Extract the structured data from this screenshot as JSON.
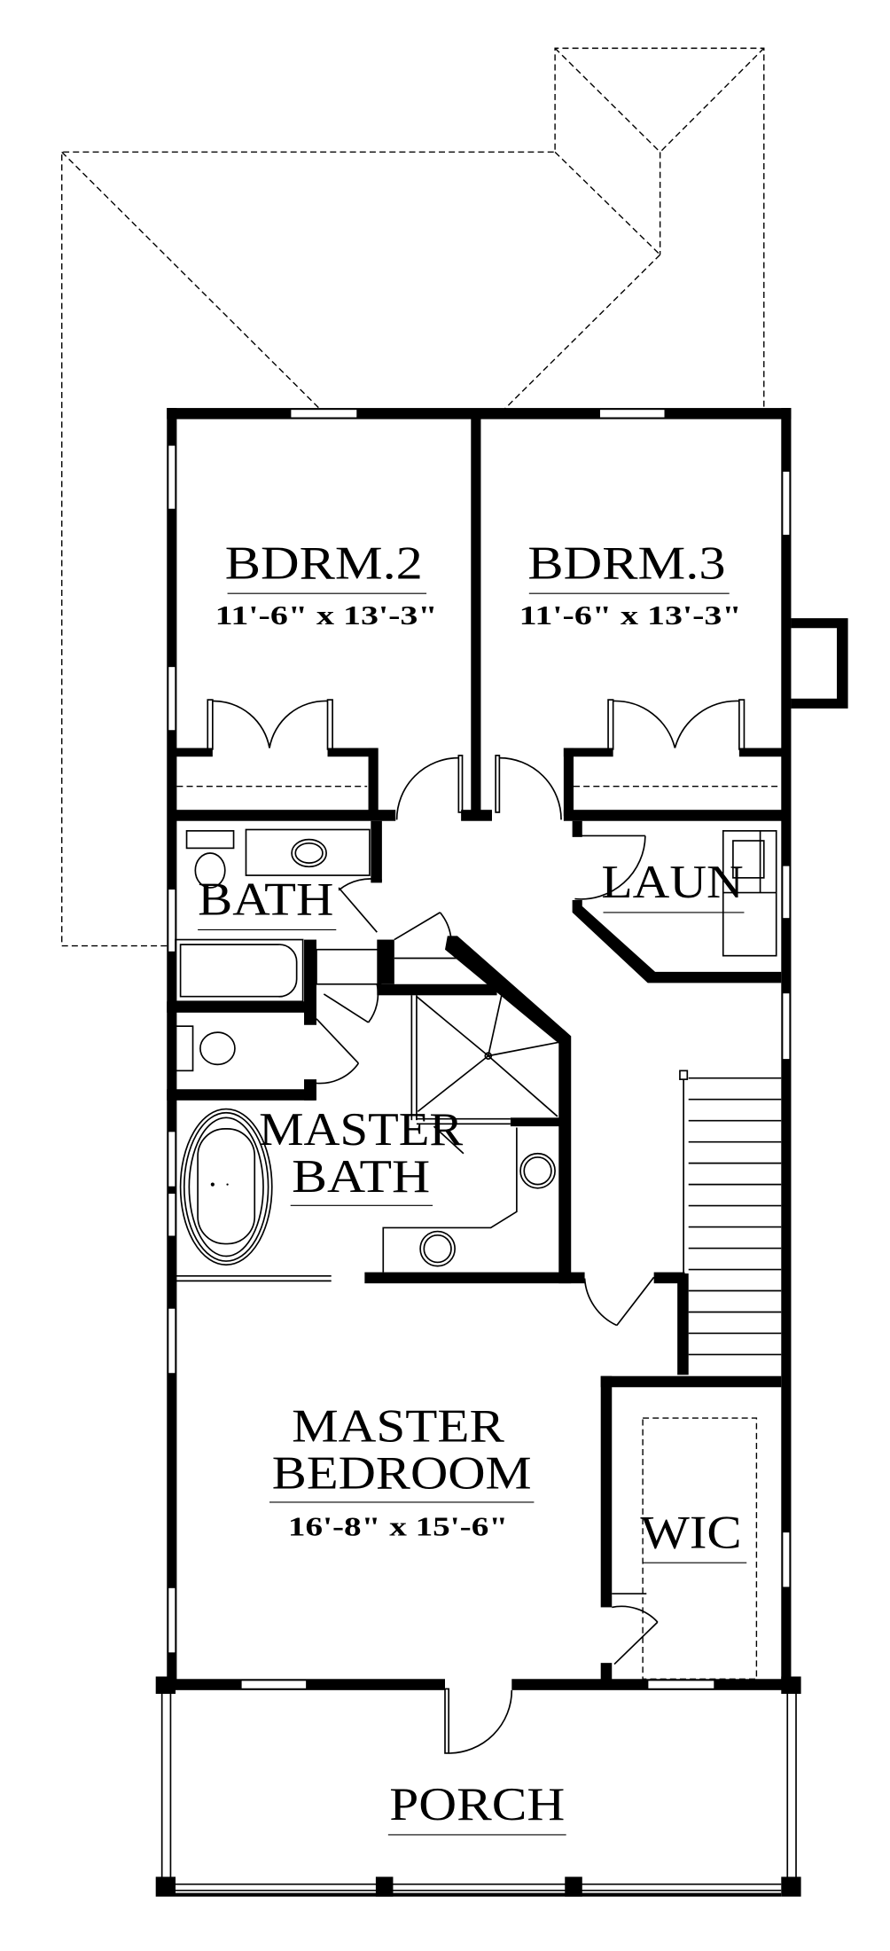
{
  "plan": {
    "title": "Second Floor Plan",
    "colors": {
      "line": "#000000",
      "background": "#ffffff"
    }
  },
  "rooms": {
    "bdrm2": {
      "name": "BDRM.2",
      "size": "11'-6\" x 13'-3\""
    },
    "bdrm3": {
      "name": "BDRM.3",
      "size": "11'-6\" x 13'-3\""
    },
    "bath": {
      "name": "BATH"
    },
    "laun": {
      "name": "LAUN"
    },
    "master_bath": {
      "line1": "MASTER",
      "line2": "BATH"
    },
    "master_bedroom": {
      "line1": "MASTER",
      "line2": "BEDROOM",
      "size": "16'-8\" x 15'-6\""
    },
    "wic": {
      "name": "WIC"
    },
    "porch": {
      "name": "PORCH"
    }
  }
}
